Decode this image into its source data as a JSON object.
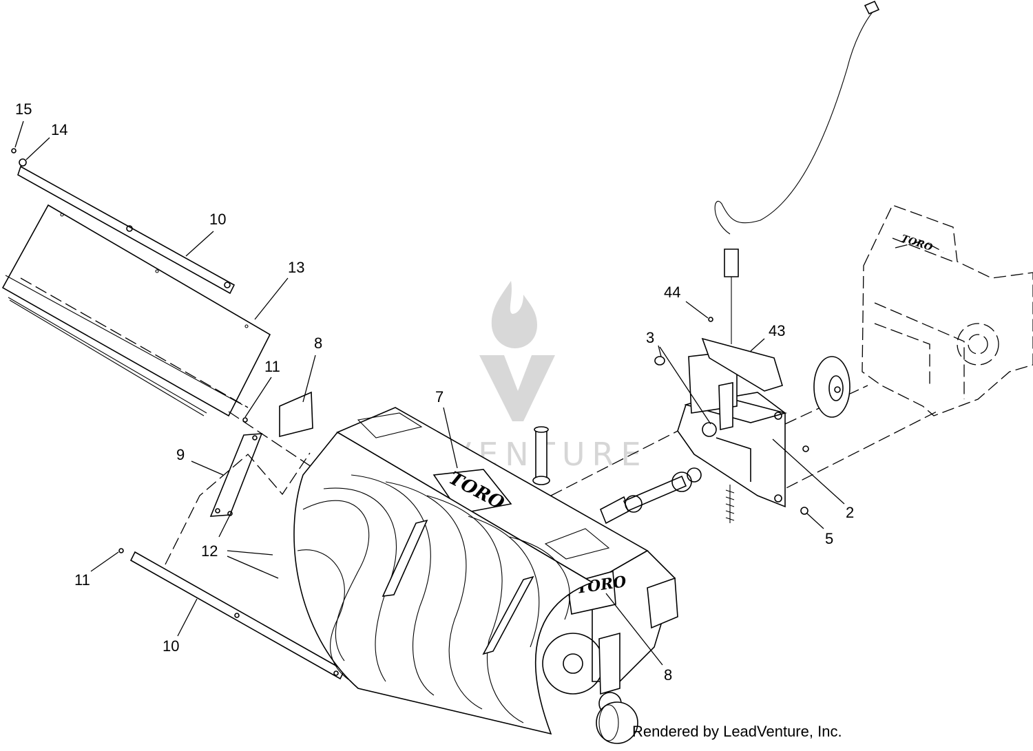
{
  "watermark": {
    "wordmark": "LEADVENTURE"
  },
  "brand_label": "TORO",
  "callouts": [
    {
      "id": "c15",
      "text": "15"
    },
    {
      "id": "c14",
      "text": "14"
    },
    {
      "id": "c10a",
      "text": "10"
    },
    {
      "id": "c13",
      "text": "13"
    },
    {
      "id": "c8a",
      "text": "8"
    },
    {
      "id": "c11a",
      "text": "11"
    },
    {
      "id": "c9",
      "text": "9"
    },
    {
      "id": "c7",
      "text": "7"
    },
    {
      "id": "c12",
      "text": "12"
    },
    {
      "id": "c11b",
      "text": "11"
    },
    {
      "id": "c10b",
      "text": "10"
    },
    {
      "id": "c44",
      "text": "44"
    },
    {
      "id": "c43",
      "text": "43"
    },
    {
      "id": "c3",
      "text": "3"
    },
    {
      "id": "c2",
      "text": "2"
    },
    {
      "id": "c5",
      "text": "5"
    },
    {
      "id": "c8b",
      "text": "8"
    }
  ],
  "credit": "Rendered by LeadVenture, Inc."
}
